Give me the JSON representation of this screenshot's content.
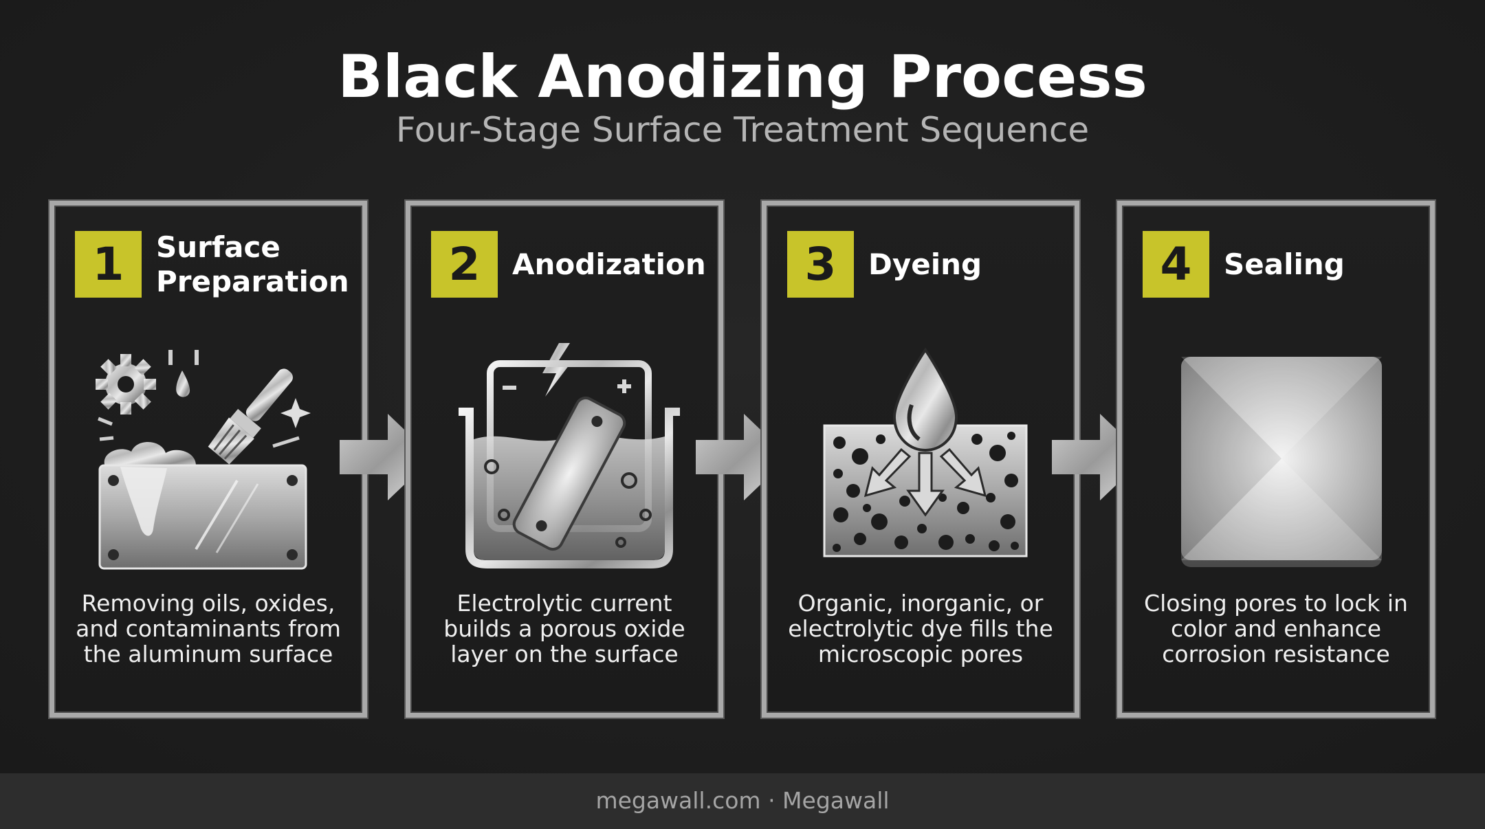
{
  "header": {
    "title": "Black Anodizing Process",
    "subtitle": "Four-Stage Surface Treatment Sequence"
  },
  "steps": [
    {
      "number": "1",
      "title": "Surface Preparation",
      "description": "Removing oils, oxides, and contaminants from the aluminum surface",
      "icon": "cleaning-brush-icon"
    },
    {
      "number": "2",
      "title": "Anodization",
      "description": "Electrolytic current builds a porous oxide layer on the surface",
      "icon": "electrolytic-bath-icon"
    },
    {
      "number": "3",
      "title": "Dyeing",
      "description": "Organic, inorganic, or electrolytic dye fills the microscopic pores",
      "icon": "dye-drop-pores-icon"
    },
    {
      "number": "4",
      "title": "Sealing",
      "description": "Closing pores to lock in color and enhance corrosion resistance",
      "icon": "sealed-plate-icon"
    }
  ],
  "footer": {
    "text": "megawall.com · Megawall"
  },
  "colors": {
    "background": "#202020",
    "accent": "#c8c42a",
    "border": "#a9a9a9",
    "footer_bg": "#2d2d2d"
  }
}
